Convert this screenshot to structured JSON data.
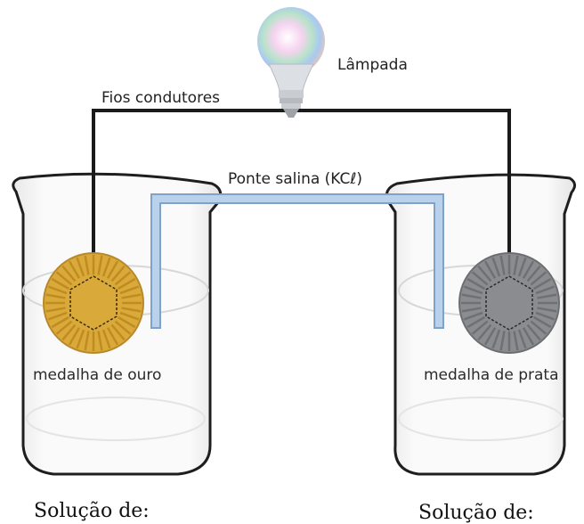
{
  "labels": {
    "lamp": "Lâmpada",
    "wires": "Fios condutores",
    "salt_bridge": "Ponte salina (KCℓ)",
    "left_medal": "medalha de ouro",
    "right_medal": "medalha de prata",
    "left_solution": "Solução de:",
    "right_solution": "Solução de:"
  },
  "colors": {
    "wire": "#1a1a1a",
    "gold_medal": "#d9a93a",
    "silver_medal": "#8a8c90",
    "salt_bridge": "#a9c4e0",
    "beaker_outline": "#1e1e1e",
    "lamp_base": "#c9ccd0"
  },
  "icons": {
    "lamp": "light-bulb-icon"
  }
}
